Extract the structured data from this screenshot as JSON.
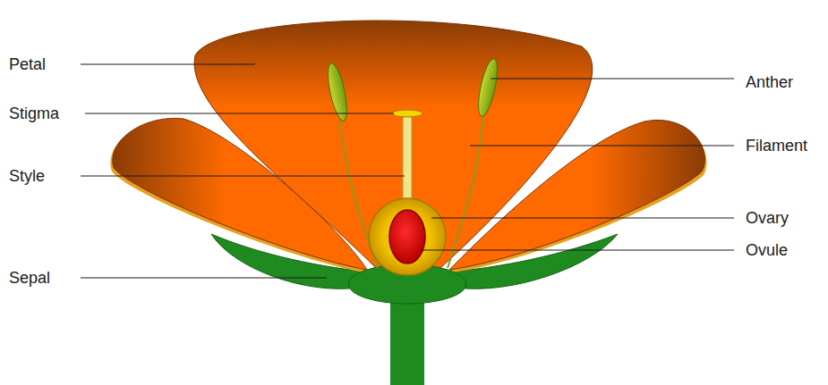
{
  "diagram": {
    "labels": [
      "Petal",
      "Stigma",
      "Style",
      "Sepal",
      "Anther",
      "Filament",
      "Ovary",
      "Ovule"
    ]
  }
}
